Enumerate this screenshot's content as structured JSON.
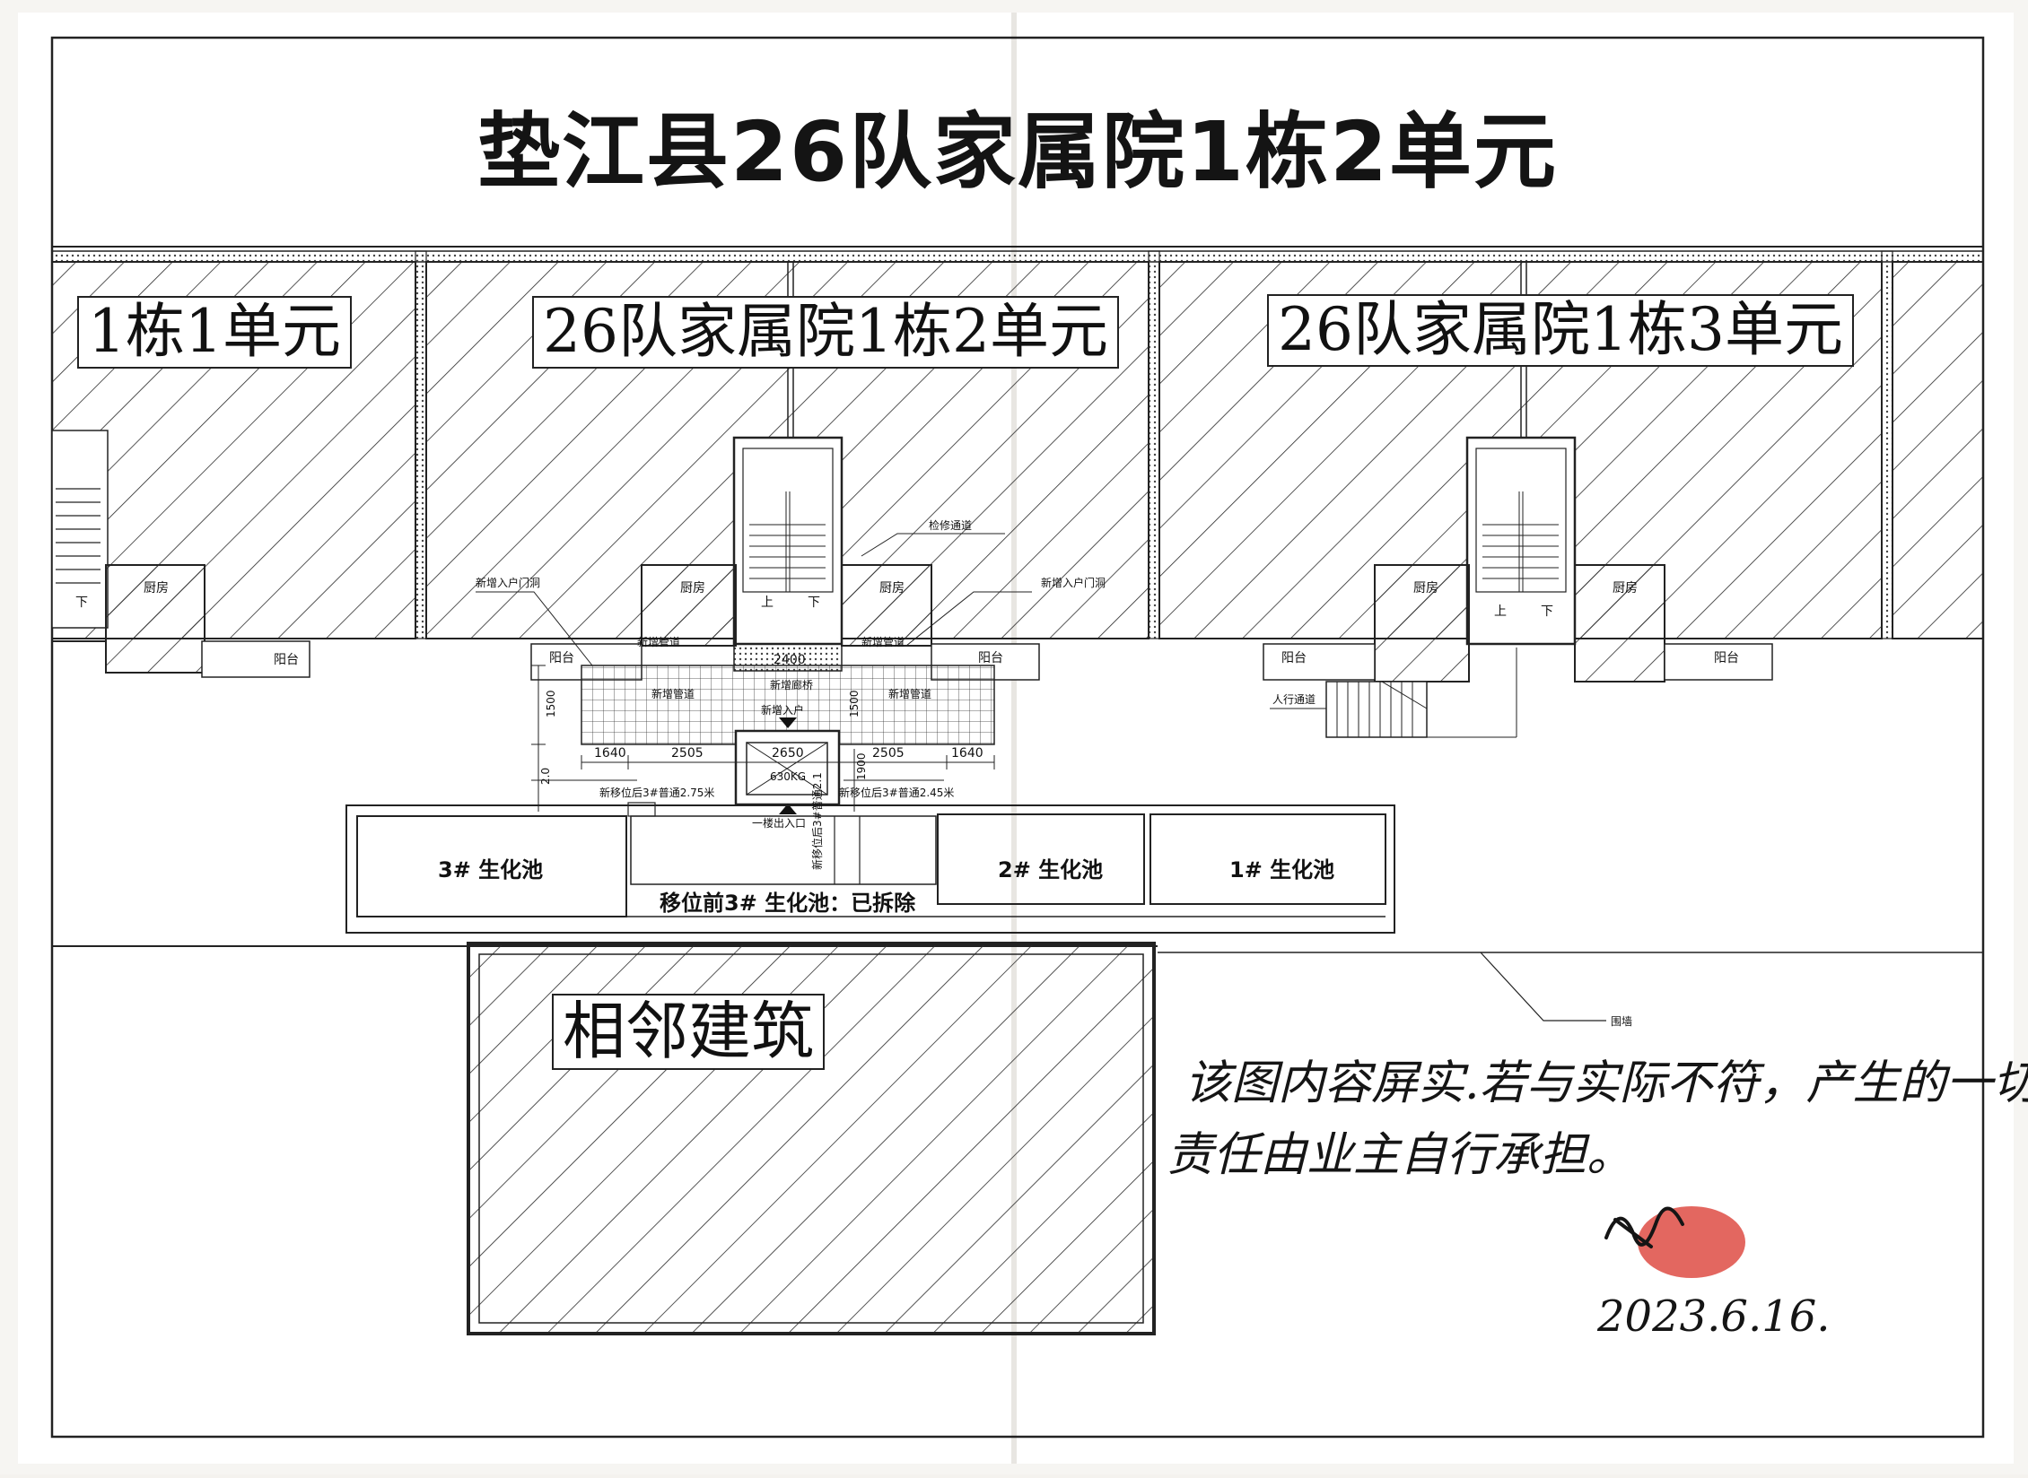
{
  "title": "垫江县26队家属院1栋2单元",
  "units": {
    "unit1": "1栋1单元",
    "unit2": "26队家属院1栋2单元",
    "unit3": "26队家属院1栋3单元"
  },
  "adjacent": "相邻建筑",
  "rooms": {
    "kitchen": "厨房",
    "balcony": "阳台",
    "up": "上",
    "down": "下"
  },
  "annotations": {
    "maintenance_path": "检修通道",
    "new_door_left": "新增入户门洞",
    "new_door_right": "新增入户门洞",
    "new_corridor": "新增廊桥",
    "pipe_left": "新增管道",
    "pipe_right": "新增管道",
    "entrance_top": "新增入户",
    "ladder_entry": "人行通道",
    "elevator_entry": "一楼出入口",
    "wall_label": "围墙",
    "relocated_left": "新移位后3#普通2.75米",
    "relocated_right": "新移位后3#普通2.45米",
    "relocated_mid": "新移位后3#普通2.1"
  },
  "dimensions": {
    "d2400": "2400",
    "d1500": "1500",
    "d1640a": "1640",
    "d2505a": "2505",
    "d2650": "2650",
    "d2505b": "2505",
    "d1640b": "1640",
    "d1900": "1900",
    "d1500b": "1500",
    "d2000": "2.0",
    "d630": "630KG"
  },
  "pools": {
    "pool3": "3# 生化池",
    "pool2": "2# 生化池",
    "pool1": "1# 生化池",
    "caption": "移位前3# 生化池：已拆除"
  },
  "note": {
    "line1": "该图内容屏实.若与实际不符，产生的一切",
    "line2": "责任由业主自行承担。",
    "date": "2023.6.16."
  },
  "colors": {
    "paper": "#ffffff",
    "ink": "#1a1a1a",
    "seal": "#d9342b"
  }
}
